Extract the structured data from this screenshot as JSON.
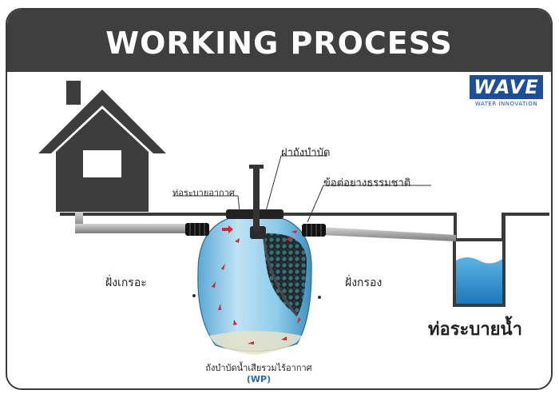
{
  "title": "WORKING PROCESS",
  "logo": {
    "name": "WAVE",
    "tagline": "WATER INNOVATION",
    "color": "#1b4f9b"
  },
  "labels": {
    "lid": "ฝาถังบำบัด",
    "vent_pipe": "ท่อระบายอากาศ",
    "rubber_joint": "ข้อต่อยางธรรมชาติ",
    "settling_side": "ฝั่งเกรอะ",
    "filter_side": "ฝั่งกรอง",
    "drain_pipe": "ท่อระบายน้ำ",
    "tank_name": "ถังบำบัดน้ำเสียรวมไร้อากาศ",
    "tank_model": "(WP)"
  },
  "colors": {
    "banner": "#3f3f3f",
    "house": "#3d3d3d",
    "tank": "#9fd0ea",
    "water": "#2f8fcf",
    "arrow": "#d9262b",
    "model_text": "#1b6fc0"
  }
}
